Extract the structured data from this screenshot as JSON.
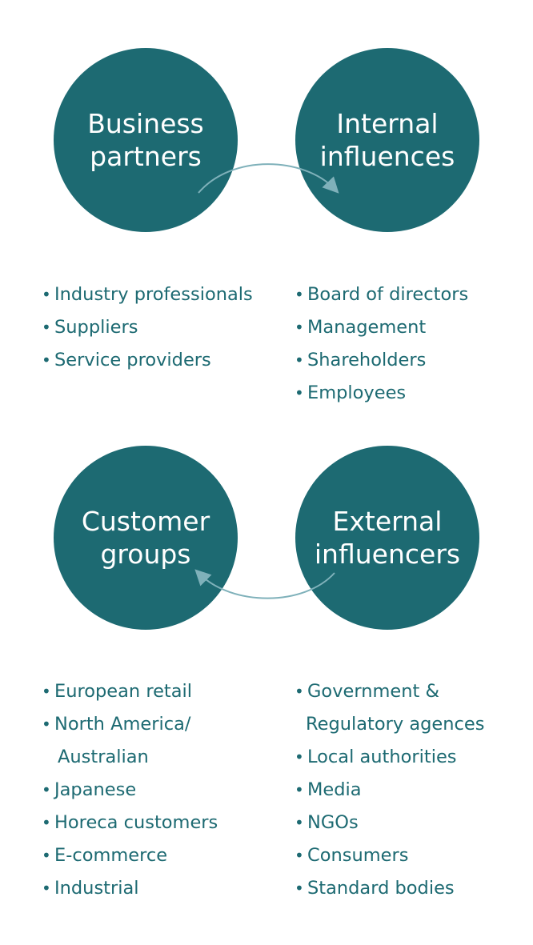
{
  "colors": {
    "circle": "#1d6a72",
    "text": "#1d6a72",
    "arrow": "#7fb1ba"
  },
  "circles": {
    "business_partners": [
      "Business",
      "partners"
    ],
    "internal_influences": [
      "Internal",
      "influences"
    ],
    "customer_groups": [
      "Customer",
      "groups"
    ],
    "external_influencers": [
      "External",
      "influencers"
    ]
  },
  "lists": {
    "business_partners": [
      "Industry professionals",
      "Suppliers",
      "Service providers"
    ],
    "internal_influences": [
      "Board of directors",
      "Management",
      "Shareholders",
      "Employees"
    ],
    "customer_groups": [
      [
        "European retail"
      ],
      [
        "North America/",
        "Australian"
      ],
      [
        "Japanese"
      ],
      [
        "Horeca customers"
      ],
      [
        "E-commerce"
      ],
      [
        "Industrial"
      ]
    ],
    "external_influencers": [
      [
        "Government &",
        "Regulatory agences"
      ],
      [
        "Local authorities"
      ],
      [
        "Media"
      ],
      [
        "NGOs"
      ],
      [
        "Consumers"
      ],
      [
        "Standard bodies"
      ]
    ]
  }
}
